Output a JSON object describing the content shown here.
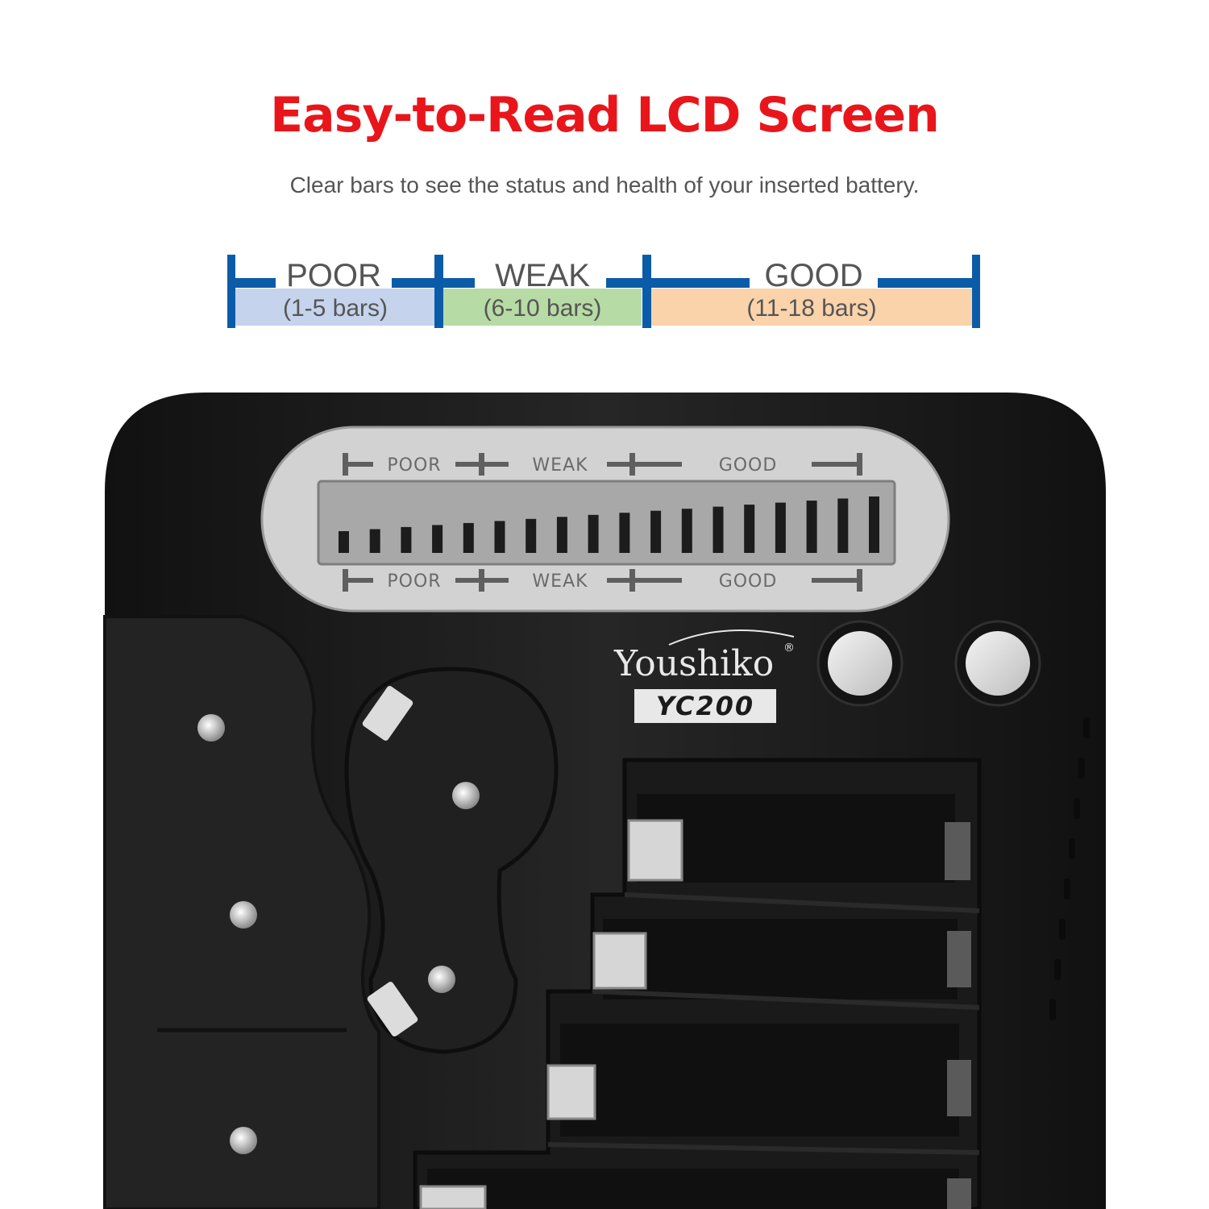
{
  "header": {
    "title": "Easy-to-Read LCD Screen",
    "subtitle": "Clear bars to see the status and health of your inserted battery."
  },
  "legend": {
    "segments": [
      {
        "label": "POOR",
        "range": "(1-5 bars)",
        "color": "#c5d3ec"
      },
      {
        "label": "WEAK",
        "range": "(6-10 bars)",
        "color": "#b7dba4"
      },
      {
        "label": "GOOD",
        "range": "(11-18 bars)",
        "color": "#fad3ab"
      }
    ],
    "line_color": "#0b5ca8"
  },
  "device": {
    "brand": "Youshiko",
    "registered_mark": "®",
    "model": "YC200",
    "lcd": {
      "top_labels": [
        "POOR",
        "WEAK",
        "GOOD"
      ],
      "bottom_labels": [
        "POOR",
        "WEAK",
        "GOOD"
      ],
      "bar_count": 18
    }
  },
  "colors": {
    "title_red": "#e8161b",
    "device_body": "#1f1f1f",
    "lcd_bezel": "#cfcfcf",
    "lcd_screen": "#a9a9a9"
  }
}
